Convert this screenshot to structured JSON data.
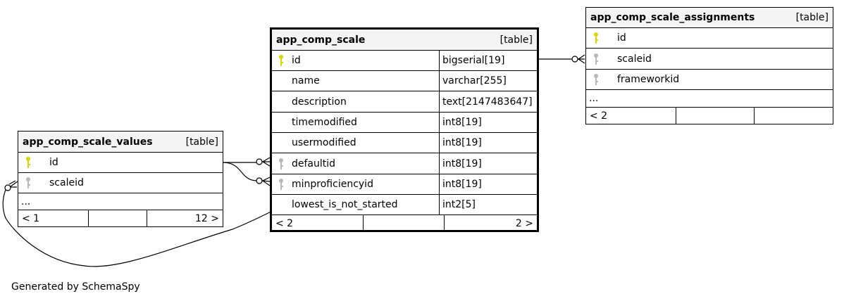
{
  "tables": {
    "scale": {
      "name": "app_comp_scale",
      "kind": "[table]",
      "columns": [
        {
          "name": "id",
          "type": "bigserial[19]"
        },
        {
          "name": "name",
          "type": "varchar[255]"
        },
        {
          "name": "description",
          "type": "text[2147483647]"
        },
        {
          "name": "timemodified",
          "type": "int8[19]"
        },
        {
          "name": "usermodified",
          "type": "int8[19]"
        },
        {
          "name": "defaultid",
          "type": "int8[19]"
        },
        {
          "name": "minproficiencyid",
          "type": "int8[19]"
        },
        {
          "name": "lowest_is_not_started",
          "type": "int2[5]"
        }
      ],
      "footer": {
        "parents": "< 2",
        "children": "2 >"
      }
    },
    "values": {
      "name": "app_comp_scale_values",
      "kind": "[table]",
      "columns": [
        {
          "name": "id"
        },
        {
          "name": "scaleid"
        }
      ],
      "more": "...",
      "footer": {
        "parents": "< 1",
        "children": "12 >"
      }
    },
    "assignments": {
      "name": "app_comp_scale_assignments",
      "kind": "[table]",
      "columns": [
        {
          "name": "id"
        },
        {
          "name": "scaleid"
        },
        {
          "name": "frameworkid"
        }
      ],
      "more": "...",
      "footer": {
        "parents": "< 2",
        "children": ""
      }
    }
  },
  "footer_text": "Generated by SchemaSpy",
  "colors": {
    "pk": "#d8d800",
    "fk": "#b8b8b8",
    "header": "#f4f4f4"
  }
}
